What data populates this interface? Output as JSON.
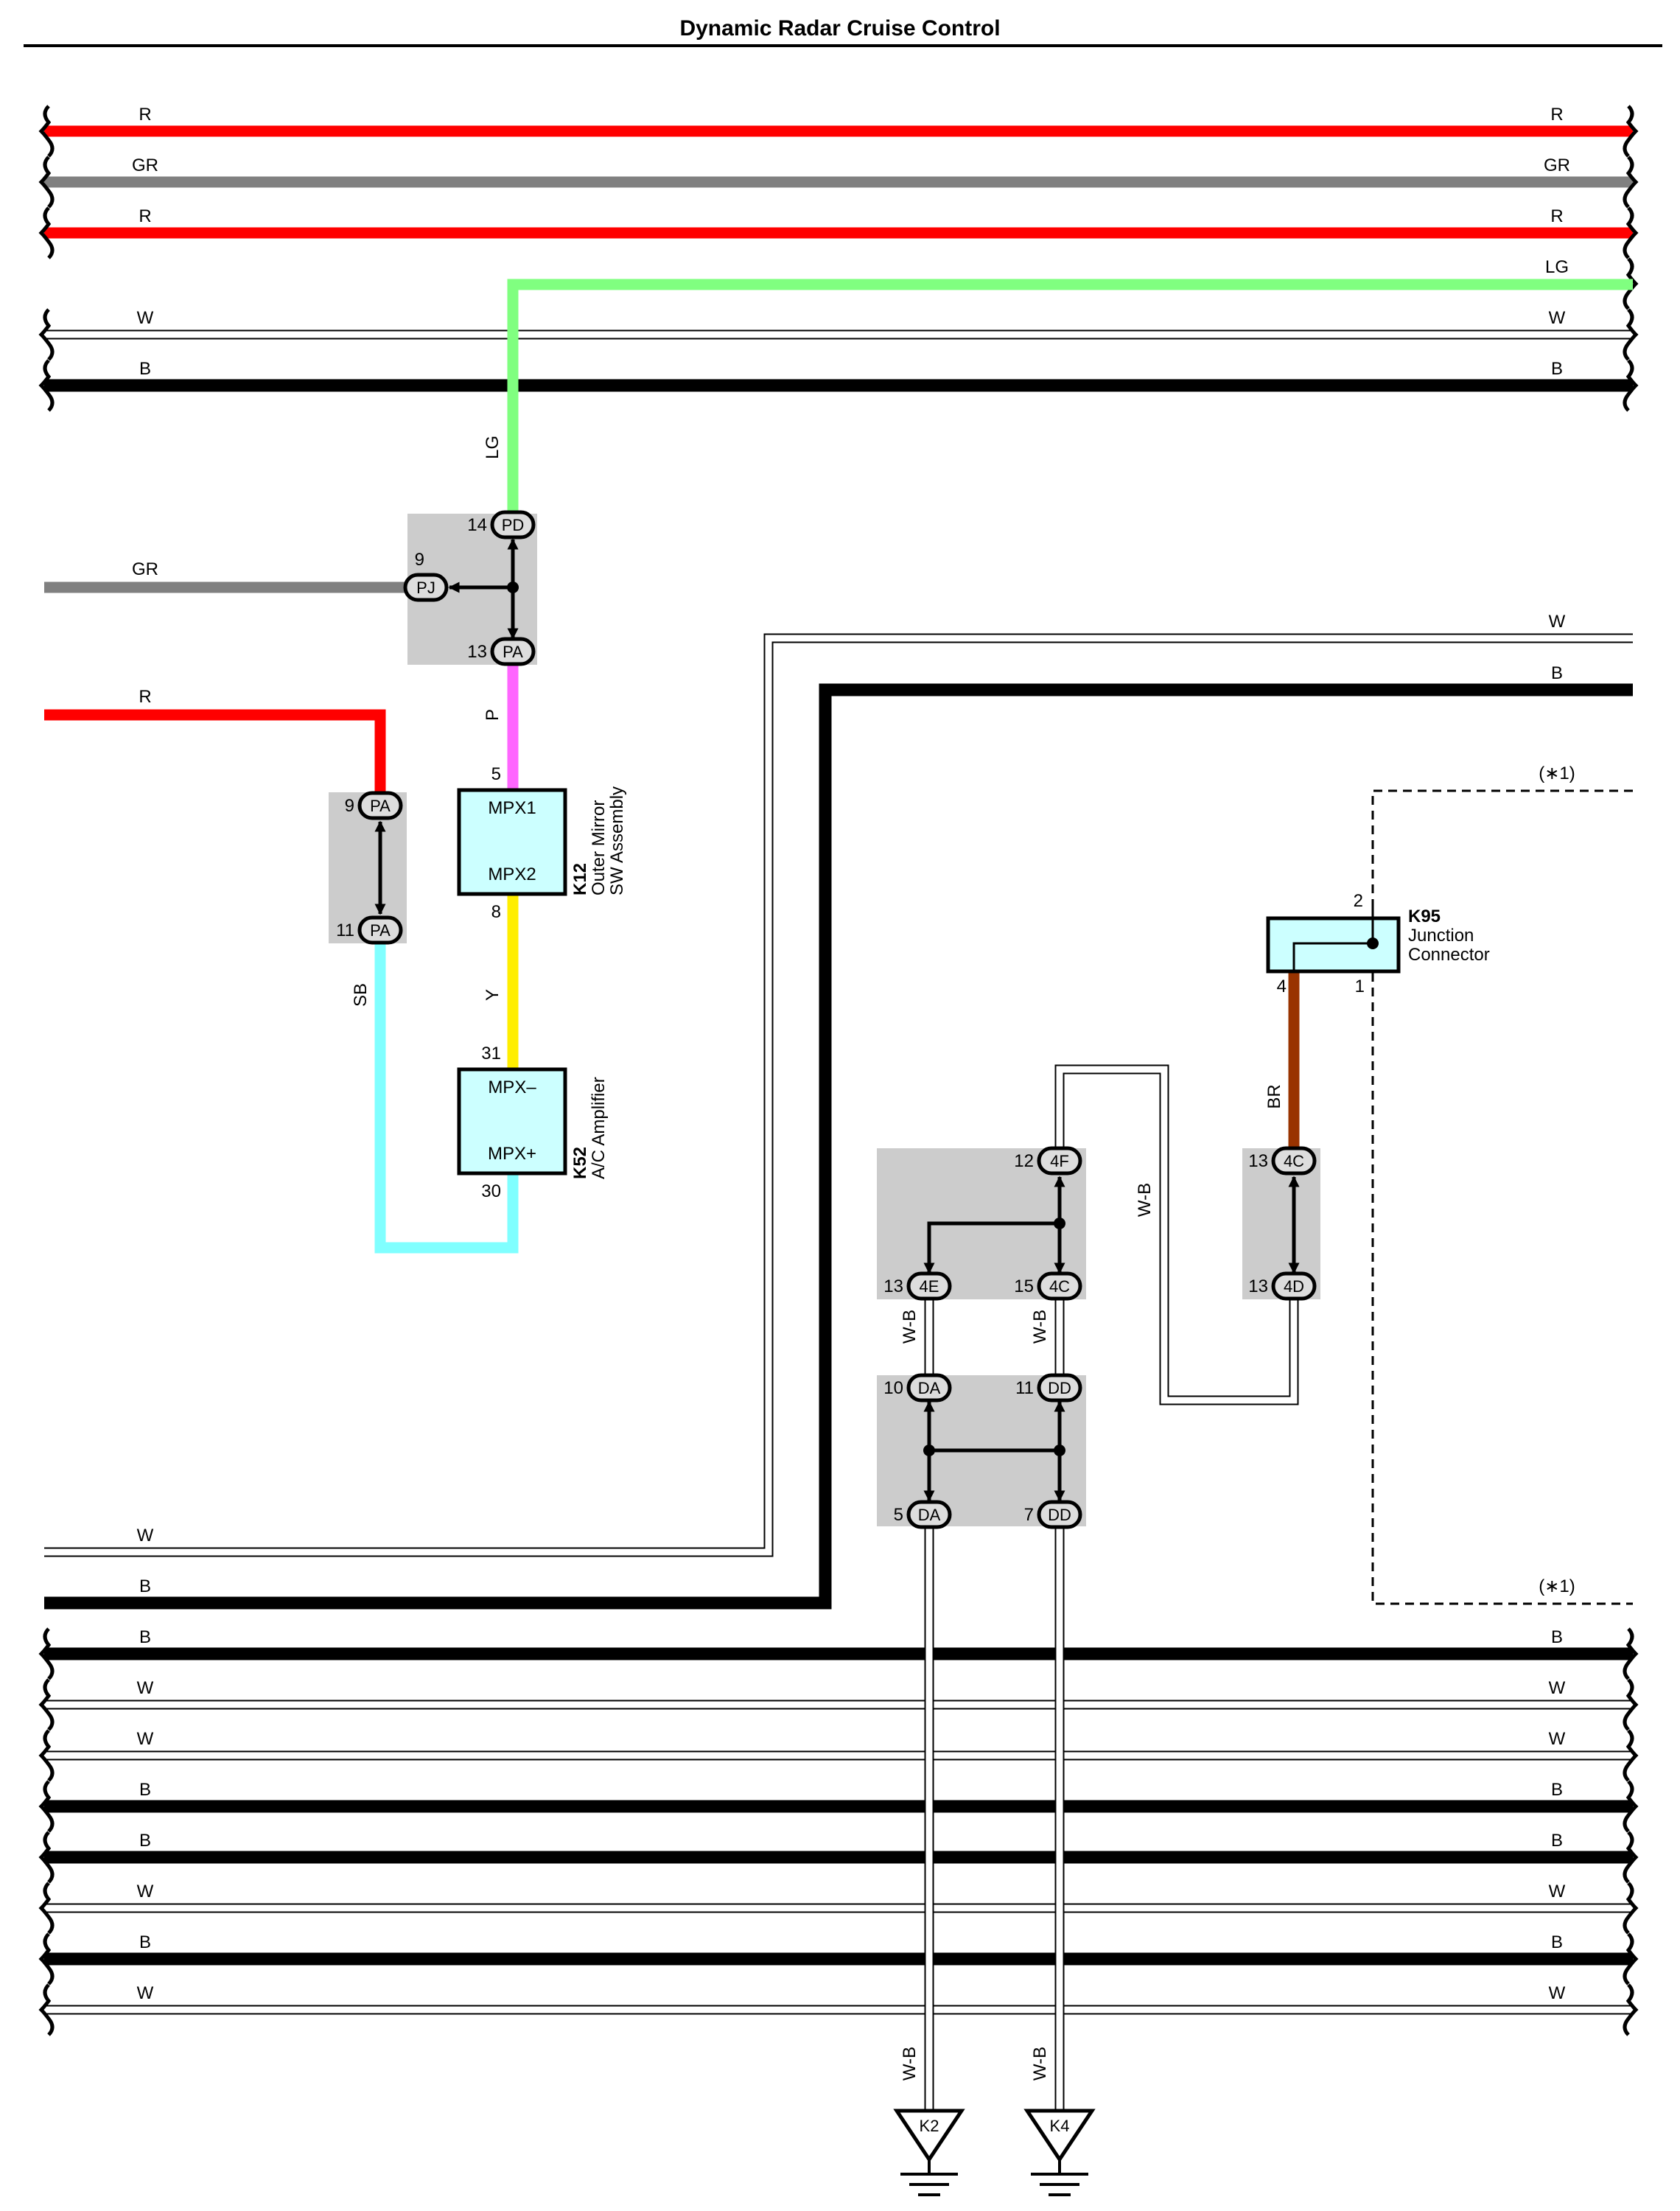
{
  "title": "Dynamic Radar Cruise Control",
  "colors": {
    "R": "#ff0000",
    "GR": "#808080",
    "LG": "#80ff80",
    "W": "#ffffff",
    "B": "#000000",
    "P": "#ff66ff",
    "SB": "#80ffff",
    "Y": "#ffee00",
    "BR": "#993300",
    "W-B": "#ffffff",
    "component_fill": "#ccffff",
    "junction_fill": "#cccccc"
  },
  "top_bus": [
    {
      "left": "R",
      "right": "R"
    },
    {
      "left": "GR",
      "right": "GR"
    },
    {
      "left": "R",
      "right": "R"
    },
    {
      "left": "",
      "right": "LG"
    },
    {
      "left": "W",
      "right": "W"
    },
    {
      "left": "B",
      "right": "B"
    }
  ],
  "bottom_bus": [
    {
      "left": "B",
      "right": "B"
    },
    {
      "left": "W",
      "right": "W"
    },
    {
      "left": "W",
      "right": "W"
    },
    {
      "left": "B",
      "right": "B"
    },
    {
      "left": "B",
      "right": "B"
    },
    {
      "left": "W",
      "right": "W"
    },
    {
      "left": "B",
      "right": "B"
    },
    {
      "left": "W",
      "right": "W"
    }
  ],
  "wires": {
    "lg_down": "LG",
    "gr_left": "GR",
    "p": "P",
    "r_left": "R",
    "sb": "SB",
    "y": "Y",
    "w_mid_left": "W",
    "b_mid_left": "B",
    "w_mid_right": "W",
    "b_mid_right": "B",
    "br": "BR",
    "wb_loop": "W-B",
    "wb_4e": "W-B",
    "wb_4c": "W-B",
    "wb_k2": "W-B",
    "wb_k4": "W-B",
    "ref_top": "(∗1)",
    "ref_bottom": "(∗1)"
  },
  "junctions": {
    "pd": {
      "pin": "14",
      "code": "PD"
    },
    "pj": {
      "pin": "9",
      "code": "PJ"
    },
    "pa13": {
      "pin": "13",
      "code": "PA"
    },
    "pa9": {
      "pin": "9",
      "code": "PA"
    },
    "pa11": {
      "pin": "11",
      "code": "PA"
    },
    "f4": {
      "pin": "12",
      "code": "4F"
    },
    "e4": {
      "pin": "13",
      "code": "4E"
    },
    "c4_15": {
      "pin": "15",
      "code": "4C"
    },
    "c4_13": {
      "pin": "13",
      "code": "4C"
    },
    "d4": {
      "pin": "13",
      "code": "4D"
    },
    "da10": {
      "pin": "10",
      "code": "DA"
    },
    "dd11": {
      "pin": "11",
      "code": "DD"
    },
    "da5": {
      "pin": "5",
      "code": "DA"
    },
    "dd7": {
      "pin": "7",
      "code": "DD"
    }
  },
  "components": {
    "k12": {
      "code": "K12",
      "name1": "Outer Mirror",
      "name2": "SW Assembly",
      "pin_top": "MPX1",
      "pin_bottom": "MPX2",
      "num_top": "5",
      "num_bottom": "8"
    },
    "k52": {
      "code": "K52",
      "name1": "A/C Amplifier",
      "pin_top": "MPX–",
      "pin_bottom": "MPX+",
      "num_top": "31",
      "num_bottom": "30"
    },
    "k95": {
      "code": "K95",
      "name1": "Junction",
      "name2": "Connector",
      "num_2": "2",
      "num_4": "4",
      "num_1": "1"
    }
  },
  "grounds": {
    "k2": "K2",
    "k4": "K4"
  }
}
